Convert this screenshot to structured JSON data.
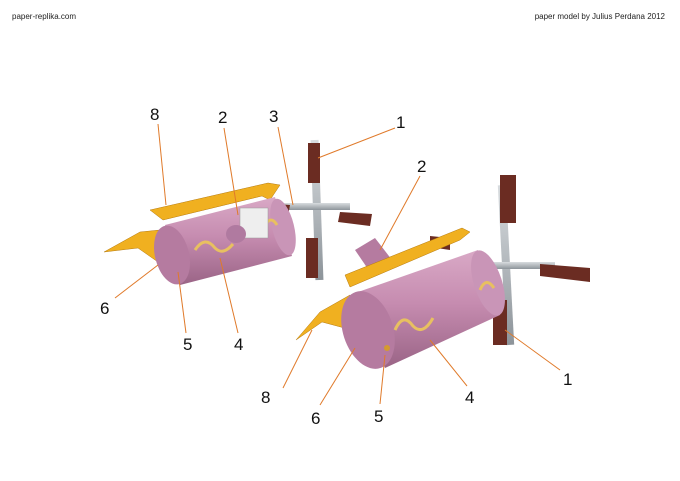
{
  "header": {
    "site": "paper-replika.com",
    "credit": "paper model by Julius Perdana 2012"
  },
  "labels_left": [
    "8",
    "2",
    "3",
    "1",
    "6",
    "5",
    "4"
  ],
  "labels_right": [
    "2",
    "1",
    "4",
    "8",
    "6",
    "5"
  ],
  "colors": {
    "body": "#c98fb3",
    "yellow": "#f0b020",
    "blade": "#6b2c22",
    "rod": "#a9afb5",
    "leader": "#e07a2a"
  }
}
